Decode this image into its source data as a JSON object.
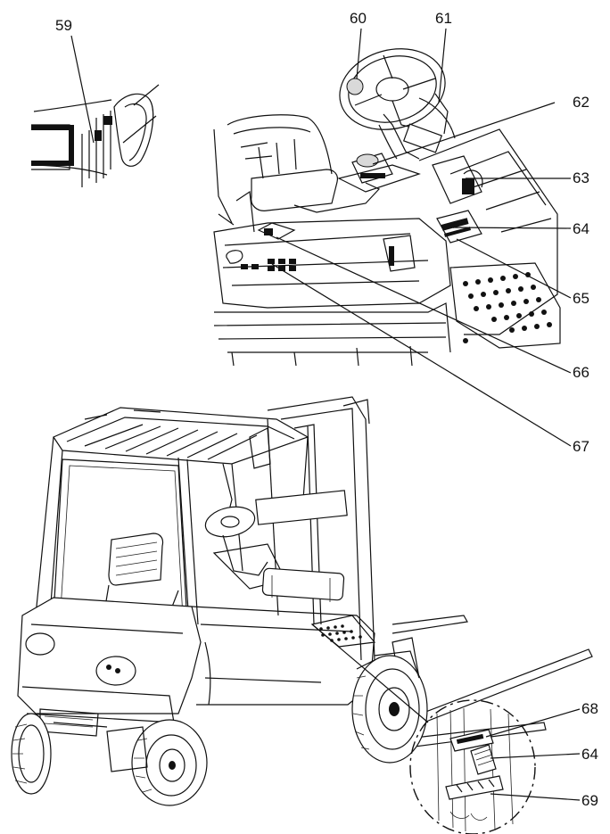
{
  "callouts": {
    "c59": "59",
    "c60": "60",
    "c61": "61",
    "c62": "62",
    "c63": "63",
    "c64a": "64",
    "c65": "65",
    "c66": "66",
    "c67": "67",
    "c68": "68",
    "c64b": "64",
    "c69": "69"
  },
  "colors": {
    "line": "#111111",
    "background": "#ffffff",
    "shade": "#d9d9d9"
  }
}
